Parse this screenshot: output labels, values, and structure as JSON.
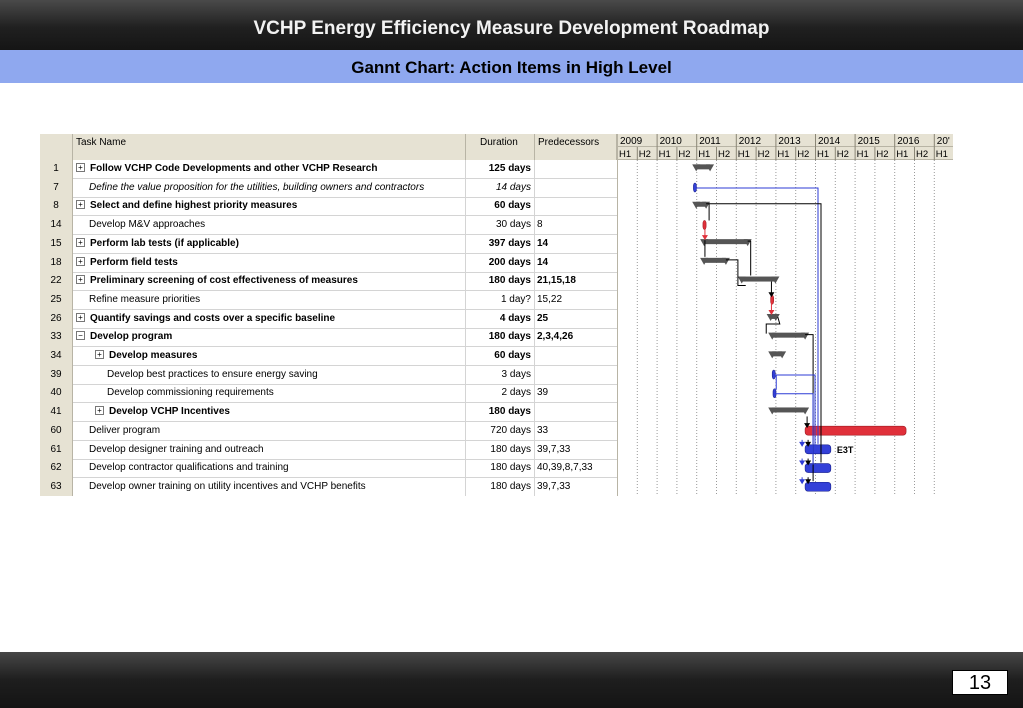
{
  "slide": {
    "title": "VCHP Energy Efficiency Measure Development Roadmap",
    "subtitle": "Gannt Chart: Action Items in High Level",
    "page_number": "13"
  },
  "table": {
    "columns": {
      "task_name": "Task Name",
      "duration": "Duration",
      "predecessors": "Predecessors"
    },
    "rows": [
      {
        "id": "1",
        "name": "Follow VCHP Code Developments and other VCHP Research",
        "duration": "125 days",
        "pred": "",
        "style": "bold",
        "indent": 0,
        "toggle": "+"
      },
      {
        "id": "7",
        "name": "Define the value proposition for the utilities, building owners and contractors",
        "duration": "14 days",
        "pred": "",
        "style": "italic",
        "indent": 1,
        "toggle": ""
      },
      {
        "id": "8",
        "name": "Select and define highest priority measures",
        "duration": "60 days",
        "pred": "",
        "style": "bold",
        "indent": 0,
        "toggle": "+"
      },
      {
        "id": "14",
        "name": "Develop M&V approaches",
        "duration": "30 days",
        "pred": "8",
        "style": "normal",
        "indent": 1,
        "toggle": ""
      },
      {
        "id": "15",
        "name": "Perform lab tests (if applicable)",
        "duration": "397 days",
        "pred": "14",
        "style": "bold",
        "indent": 0,
        "toggle": "+"
      },
      {
        "id": "18",
        "name": "Perform field tests",
        "duration": "200 days",
        "pred": "14",
        "style": "bold",
        "indent": 0,
        "toggle": "+"
      },
      {
        "id": "22",
        "name": "Preliminary screening of cost effectiveness of measures",
        "duration": "180 days",
        "pred": "21,15,18",
        "style": "bold",
        "indent": 0,
        "toggle": "+"
      },
      {
        "id": "25",
        "name": "Refine measure priorities",
        "duration": "1 day?",
        "pred": "15,22",
        "style": "normal",
        "indent": 1,
        "toggle": ""
      },
      {
        "id": "26",
        "name": "Quantify savings and costs over a specific baseline",
        "duration": "4 days",
        "pred": "25",
        "style": "bold",
        "indent": 0,
        "toggle": "+"
      },
      {
        "id": "33",
        "name": "Develop program",
        "duration": "180 days",
        "pred": "2,3,4,26",
        "style": "bold",
        "indent": 0,
        "toggle": "−"
      },
      {
        "id": "34",
        "name": "Develop measures",
        "duration": "60 days",
        "pred": "",
        "style": "bold",
        "indent": 2,
        "toggle": "+"
      },
      {
        "id": "39",
        "name": "Develop best practices to ensure energy saving",
        "duration": "3 days",
        "pred": "",
        "style": "normal",
        "indent": 3,
        "toggle": ""
      },
      {
        "id": "40",
        "name": "Develop commissioning requirements",
        "duration": "2 days",
        "pred": "39",
        "style": "normal",
        "indent": 3,
        "toggle": ""
      },
      {
        "id": "41",
        "name": "Develop VCHP Incentives",
        "duration": "180 days",
        "pred": "",
        "style": "bold",
        "indent": 2,
        "toggle": "+"
      },
      {
        "id": "60",
        "name": "Deliver program",
        "duration": "720 days",
        "pred": "33",
        "style": "normal",
        "indent": 1,
        "toggle": ""
      },
      {
        "id": "61",
        "name": "Develop designer training and outreach",
        "duration": "180 days",
        "pred": "39,7,33",
        "style": "normal",
        "indent": 1,
        "toggle": ""
      },
      {
        "id": "62",
        "name": "Develop contractor qualifications and training",
        "duration": "180 days",
        "pred": "40,39,8,7,33",
        "style": "normal",
        "indent": 1,
        "toggle": ""
      },
      {
        "id": "63",
        "name": "Develop owner training on utility incentives and VCHP benefits",
        "duration": "180 days",
        "pred": "39,7,33",
        "style": "normal",
        "indent": 1,
        "toggle": ""
      }
    ]
  },
  "timescale": {
    "years": [
      "2009",
      "2010",
      "2011",
      "2012",
      "2013",
      "2014",
      "2015",
      "2016",
      "20'"
    ],
    "halves": [
      "H1",
      "H2"
    ]
  },
  "gantt": {
    "start_year": 2009,
    "bars": [
      {
        "row": 0,
        "type": "summary",
        "start": 2011.0,
        "end": 2011.35
      },
      {
        "row": 1,
        "type": "task",
        "start": 2010.93,
        "end": 2010.99
      },
      {
        "row": 2,
        "type": "summary",
        "start": 2011.0,
        "end": 2011.25
      },
      {
        "row": 3,
        "type": "critical",
        "start": 2011.17,
        "end": 2011.25
      },
      {
        "row": 4,
        "type": "summary",
        "start": 2011.2,
        "end": 2012.3
      },
      {
        "row": 5,
        "type": "summary",
        "start": 2011.2,
        "end": 2011.75
      },
      {
        "row": 6,
        "type": "summary",
        "start": 2012.15,
        "end": 2013.0
      },
      {
        "row": 7,
        "type": "critical",
        "start": 2012.88,
        "end": 2012.9
      },
      {
        "row": 8,
        "type": "summary",
        "start": 2012.88,
        "end": 2013.01
      },
      {
        "row": 9,
        "type": "summary",
        "start": 2012.92,
        "end": 2013.75
      },
      {
        "row": 10,
        "type": "summary",
        "start": 2012.92,
        "end": 2013.17
      },
      {
        "row": 11,
        "type": "task",
        "start": 2012.92,
        "end": 2012.94
      },
      {
        "row": 12,
        "type": "task",
        "start": 2012.94,
        "end": 2012.95
      },
      {
        "row": 13,
        "type": "summary",
        "start": 2012.92,
        "end": 2013.75
      },
      {
        "row": 14,
        "type": "critical",
        "start": 2013.75,
        "end": 2016.3
      },
      {
        "row": 15,
        "type": "task",
        "start": 2013.75,
        "end": 2014.4
      },
      {
        "row": 16,
        "type": "task",
        "start": 2013.75,
        "end": 2014.4
      },
      {
        "row": 17,
        "type": "task",
        "start": 2013.75,
        "end": 2014.4
      }
    ],
    "bar_labels": [
      {
        "row": 15,
        "text": "E3T"
      }
    ],
    "colors": {
      "summary": "#555555",
      "task": "#3340d8",
      "critical": "#e0303a",
      "link_task": "#2d3bd6",
      "link_critical": "#e0303a",
      "link_summary": "#000000"
    }
  }
}
